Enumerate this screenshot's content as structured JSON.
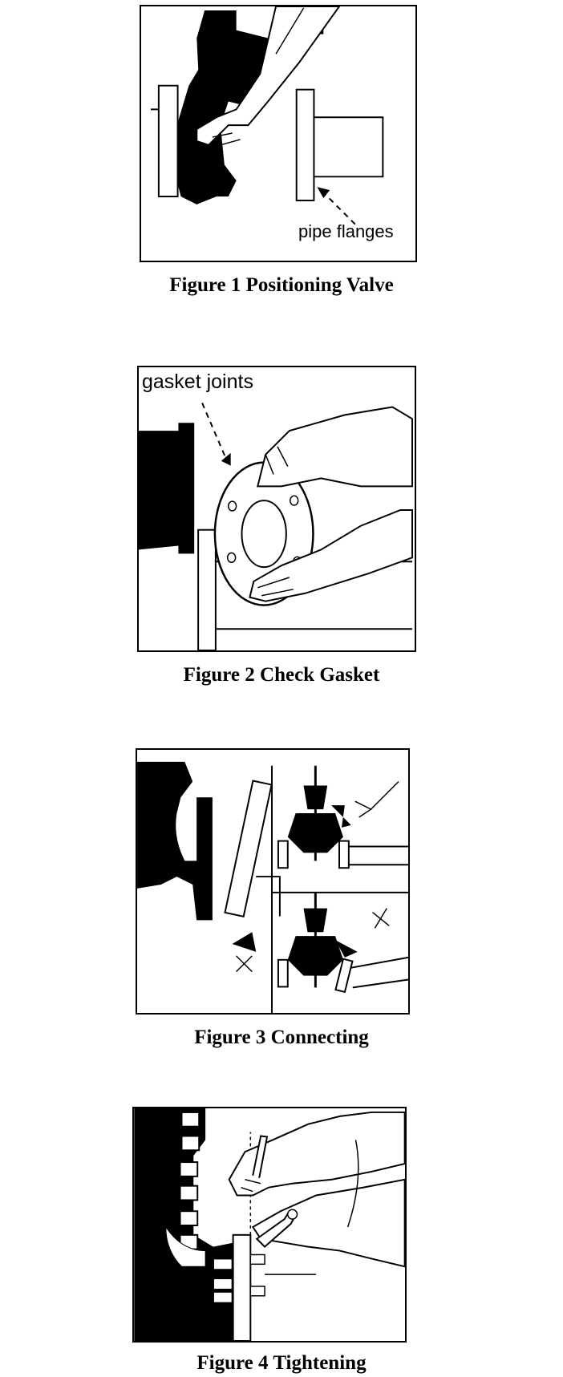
{
  "figures": [
    {
      "caption": "Figure 1 Positioning Valve",
      "label": "pipe flanges"
    },
    {
      "caption": "Figure 2 Check Gasket",
      "label": "gasket joints"
    },
    {
      "caption": "Figure 3 Connecting"
    },
    {
      "caption": "Figure 4 Tightening"
    }
  ],
  "colors": {
    "ink": "#000000",
    "paper": "#ffffff"
  }
}
